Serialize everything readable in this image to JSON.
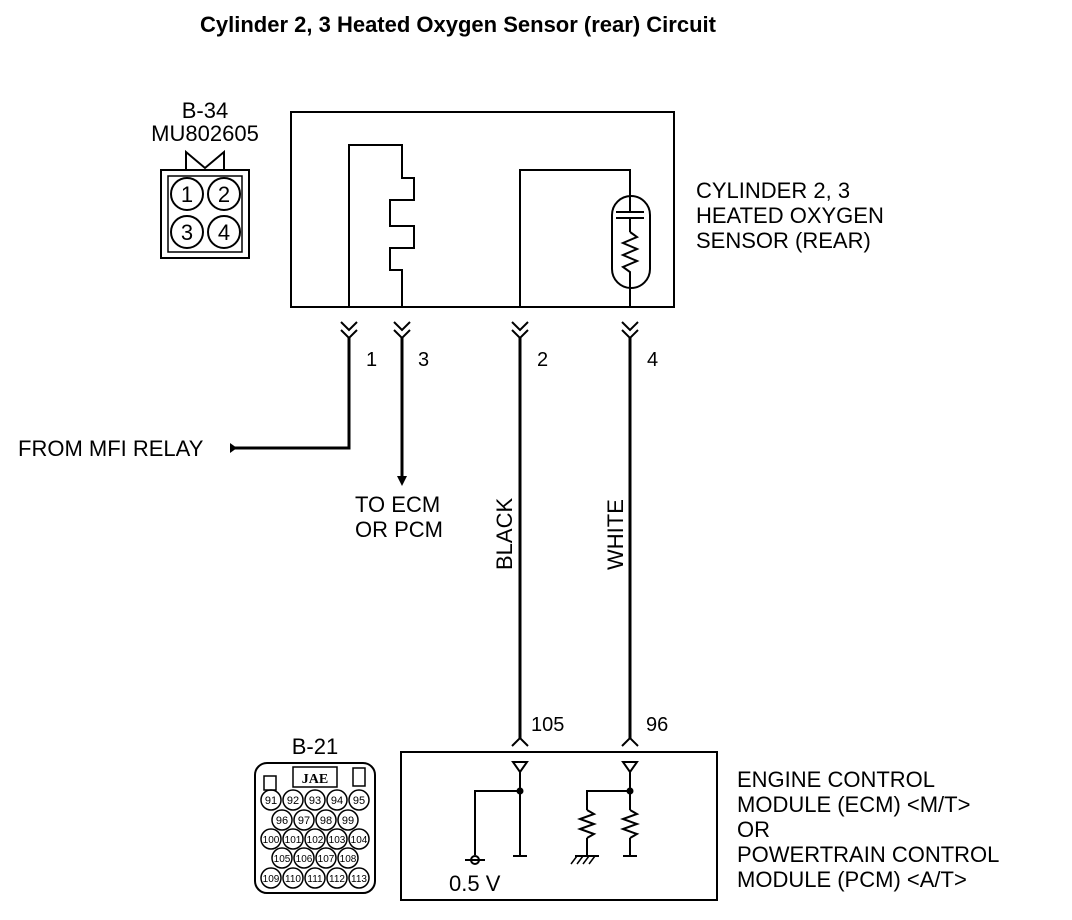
{
  "title": "Cylinder 2, 3 Heated Oxygen Sensor (rear) Circuit",
  "sensor_connector": {
    "id": "B-34",
    "part_number": "MU802605",
    "pins": [
      "1",
      "2",
      "3",
      "4"
    ]
  },
  "sensor_label": [
    "CYLINDER 2, 3",
    "HEATED OXYGEN",
    "SENSOR (REAR)"
  ],
  "sensor_pins": {
    "p1": "1",
    "p3": "3",
    "p2": "2",
    "p4": "4"
  },
  "from_relay": "FROM MFI RELAY",
  "to_ecm": [
    "TO ECM",
    "OR PCM"
  ],
  "wire_colors": {
    "black": "BLACK",
    "white": "WHITE"
  },
  "ecm_pins": {
    "black": "105",
    "white": "96"
  },
  "ecm_connector": {
    "id": "B-21",
    "maker": "JAE",
    "rows": [
      [
        "91",
        "92",
        "93",
        "94",
        "95"
      ],
      [
        "96",
        "97",
        "98",
        "99"
      ],
      [
        "100",
        "101",
        "102",
        "103",
        "104"
      ],
      [
        "105",
        "106",
        "107",
        "108"
      ],
      [
        "109",
        "110",
        "111",
        "112",
        "113"
      ]
    ]
  },
  "reference_voltage": "0.5 V",
  "ecm_label": [
    "ENGINE CONTROL",
    "MODULE (ECM) <M/T>",
    "OR",
    "POWERTRAIN CONTROL",
    "MODULE (PCM) <A/T>"
  ]
}
